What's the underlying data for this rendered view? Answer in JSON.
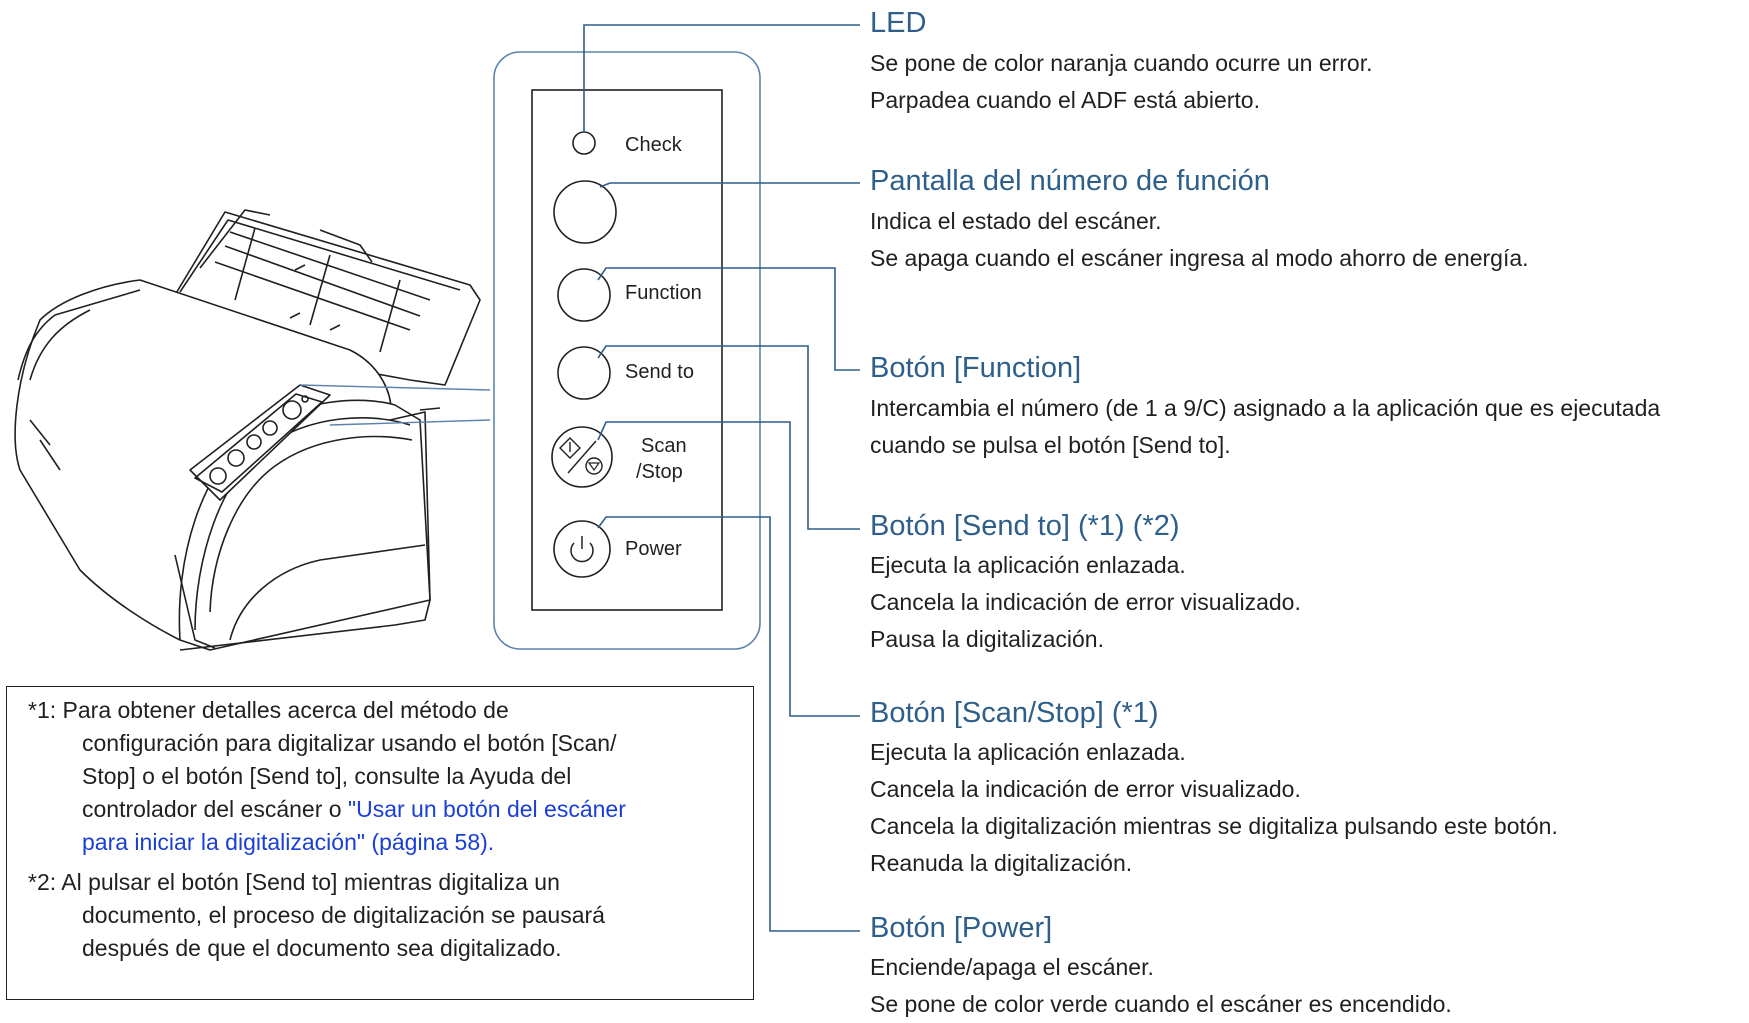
{
  "panel": {
    "labels": {
      "check": "Check",
      "function": "Function",
      "send_to": "Send to",
      "scan_line1": "Scan",
      "scan_line2": "/Stop",
      "power": "Power"
    }
  },
  "callouts": [
    {
      "title": "LED",
      "lines": [
        "Se pone de color naranja cuando ocurre un error.",
        "Parpadea cuando el ADF está abierto."
      ]
    },
    {
      "title": "Pantalla del número de función",
      "lines": [
        "Indica el estado del escáner.",
        "Se apaga cuando el escáner ingresa al modo ahorro de energía."
      ]
    },
    {
      "title": "Botón [Function]",
      "lines": [
        "Intercambia el número (de 1 a 9/C) asignado a la aplicación que es ejecutada",
        "cuando se pulsa el botón [Send to]."
      ]
    },
    {
      "title": "Botón [Send to] (*1) (*2)",
      "lines": [
        "Ejecuta la aplicación enlazada.",
        "Cancela la indicación de error visualizado.",
        "Pausa la digitalización."
      ]
    },
    {
      "title": "Botón [Scan/Stop] (*1)",
      "lines": [
        "Ejecuta la aplicación enlazada.",
        "Cancela la indicación de error visualizado.",
        "Cancela la digitalización mientras se digitaliza pulsando este botón.",
        "Reanuda la digitalización."
      ]
    },
    {
      "title": "Botón [Power]",
      "lines": [
        "Enciende/apaga el escáner.",
        "Se pone de color verde cuando el escáner es encendido."
      ]
    }
  ],
  "notes": {
    "note1": {
      "line1": "*1: Para obtener detalles acerca del método de",
      "line2": "configuración para digitalizar usando el botón [Scan/",
      "line3": "Stop] o el botón [Send to], consulte la Ayuda del",
      "line4_plain": "controlador del escáner o ",
      "line4_link": "\"Usar un botón del escáner",
      "line5_link": "para iniciar la digitalización\" (página 58)."
    },
    "note2": {
      "line1": "*2: Al pulsar el botón [Send to] mientras digitaliza un",
      "line2": "documento, el proceso de digitalización se pausará",
      "line3": "después de que el documento sea digitalizado."
    }
  },
  "colors": {
    "heading": "#2e5f8a",
    "link": "#1a3fd6",
    "panel_outline": "#5d83ad"
  }
}
